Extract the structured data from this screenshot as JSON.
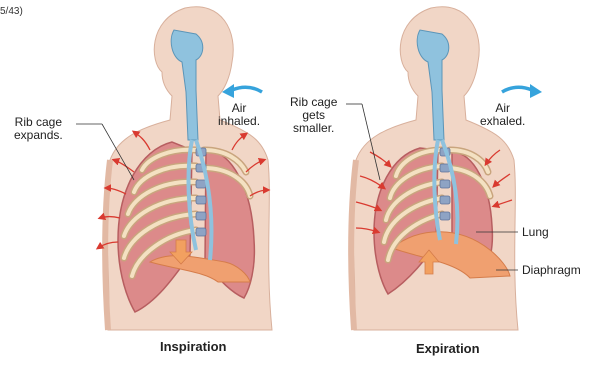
{
  "corner_ref": "5/43)",
  "panels": {
    "inspiration": {
      "caption": "Inspiration",
      "rib_label": [
        "Rib cage",
        "expands."
      ],
      "air_label": [
        "Air",
        "inhaled."
      ]
    },
    "expiration": {
      "caption": "Expiration",
      "rib_label": [
        "Rib cage",
        "gets",
        "smaller."
      ],
      "air_label": [
        "Air",
        "exhaled."
      ],
      "lung_label": "Lung",
      "diaphragm_label": "Diaphragm"
    }
  },
  "colors": {
    "skin": "#f1d6c6",
    "skin_shade": "#e2b9a4",
    "lung": "#dc8a8a",
    "lung_dark": "#b75e60",
    "rib": "#f4e1c2",
    "rib_outline": "#c9a57e",
    "airway": "#8fc2de",
    "arrow_red": "#d93a30",
    "arrow_blue": "#36a3dc",
    "diaphragm": "#f0a070",
    "move_arrow": "#f2a060"
  },
  "icons": {
    "air_in": "arrow-left-icon",
    "air_out": "arrow-right-icon",
    "diaphragm_down": "arrow-down-icon",
    "diaphragm_up": "arrow-up-icon"
  }
}
